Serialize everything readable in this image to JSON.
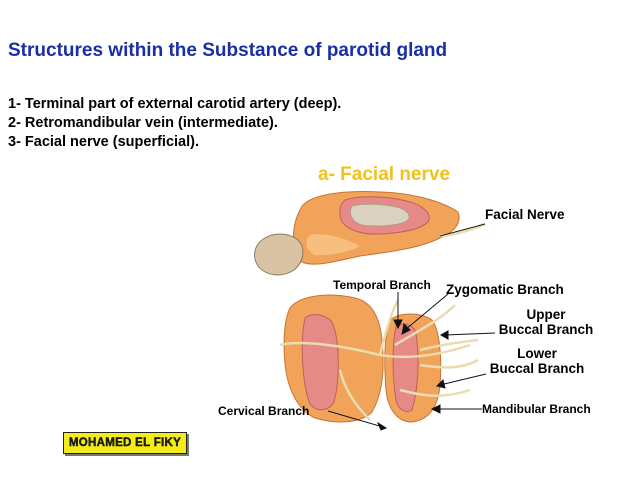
{
  "slide": {
    "title": "Structures within the Substance of parotid gland",
    "list": [
      "1- Terminal part of external carotid artery (deep).",
      "2- Retromandibular vein  (intermediate).",
      "3- Facial nerve (superficial)."
    ],
    "subtitle": "a- Facial nerve",
    "labels": {
      "facial_nerve": "Facial Nerve",
      "temporal": "Temporal Branch",
      "zygomatic": "Zygomatic  Branch",
      "upper_buccal_1": "Upper",
      "upper_buccal_2": "Buccal  Branch",
      "lower_buccal_1": "Lower",
      "lower_buccal_2": "Buccal  Branch",
      "cervical": "Cervical  Branch",
      "mandibular": "Mandibular  Branch"
    },
    "author": "MOHAMED EL FIKY"
  },
  "colors": {
    "title": "#1a2fa6",
    "subtitle": "#f2c11d",
    "gland_orange": "#f2a35a",
    "gland_pink": "#e58a86",
    "nerve": "#e8dcb0",
    "badge": "#f3ec19"
  }
}
